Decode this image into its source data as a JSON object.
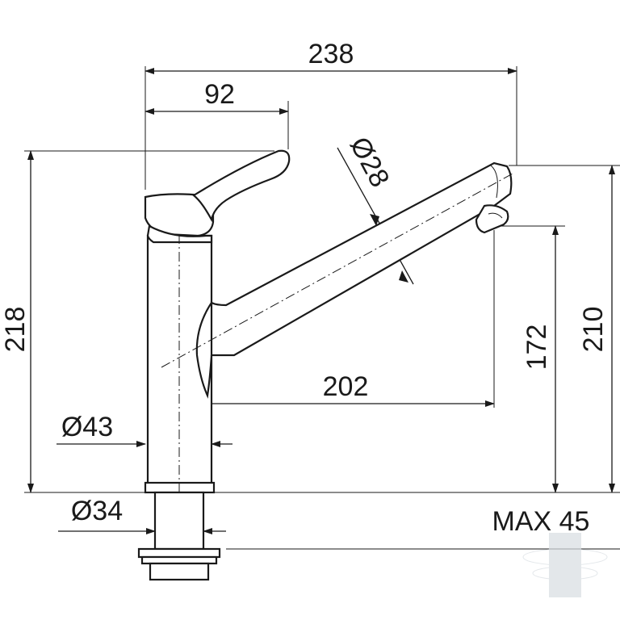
{
  "dimensions": {
    "overall_width": "238",
    "lever_width": "92",
    "spout_diameter": "Ø28",
    "total_height": "218",
    "spout_reach": "202",
    "outlet_height": "172",
    "spout_top_height": "210",
    "base_diameter": "Ø43",
    "shank_diameter": "Ø34",
    "max_thickness": "MAX 45"
  },
  "colors": {
    "line": "#1a1a1a",
    "background": "#ffffff"
  }
}
